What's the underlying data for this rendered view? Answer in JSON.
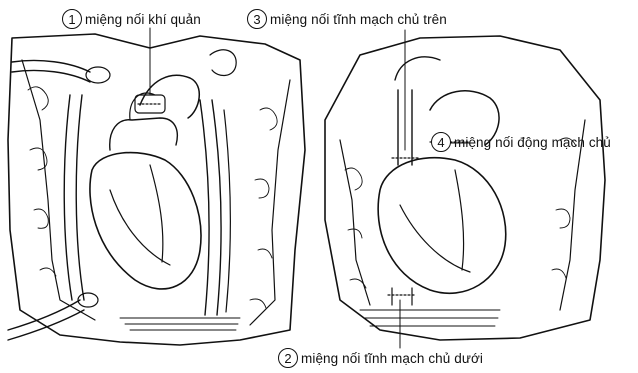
{
  "callouts": [
    {
      "number": "1",
      "label": "miệng nối khí quản"
    },
    {
      "number": "3",
      "label": "miệng nối tĩnh mạch chủ trên"
    },
    {
      "number": "4",
      "label": "miệng nối động mạch chủ"
    },
    {
      "number": "2",
      "label": "miệng nối tĩnh mạch chủ dưới"
    }
  ]
}
